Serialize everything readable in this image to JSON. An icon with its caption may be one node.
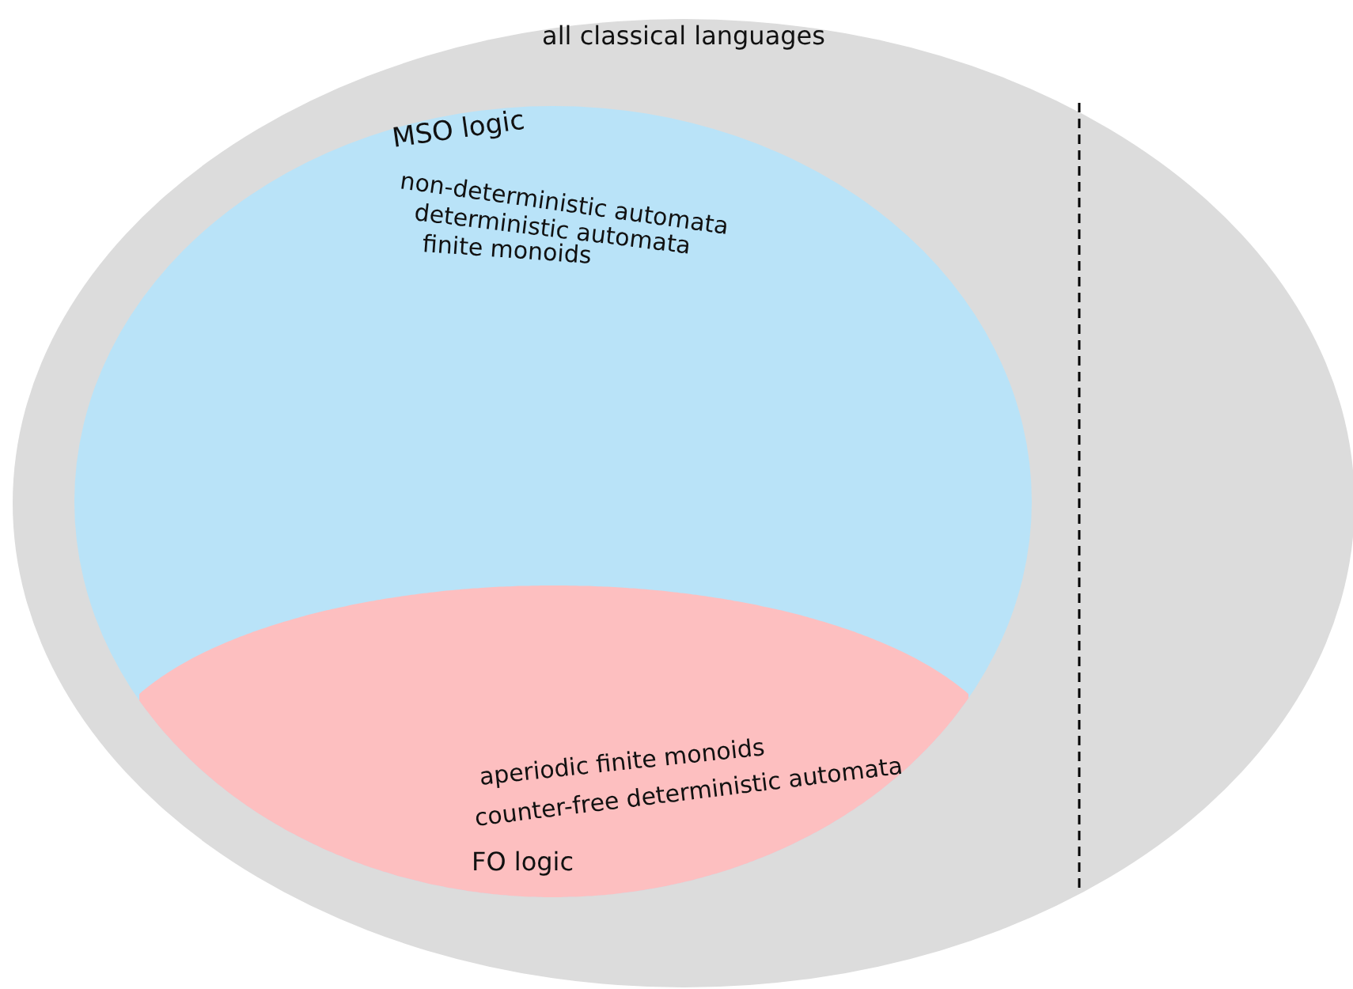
{
  "diagram": {
    "nodes": [
      {
        "text": [
          "all classical languages"
        ]
      },
      {
        "text": [
          "MSO logic",
          "non-deterministic automata",
          "deterministic automata",
          "finite monoids"
        ],
        "in": 0
      },
      {
        "text": [
          "aperiodic finite monoids",
          "counter-free deterministic automata",
          "FO logic"
        ],
        "in": 1
      }
    ]
  }
}
